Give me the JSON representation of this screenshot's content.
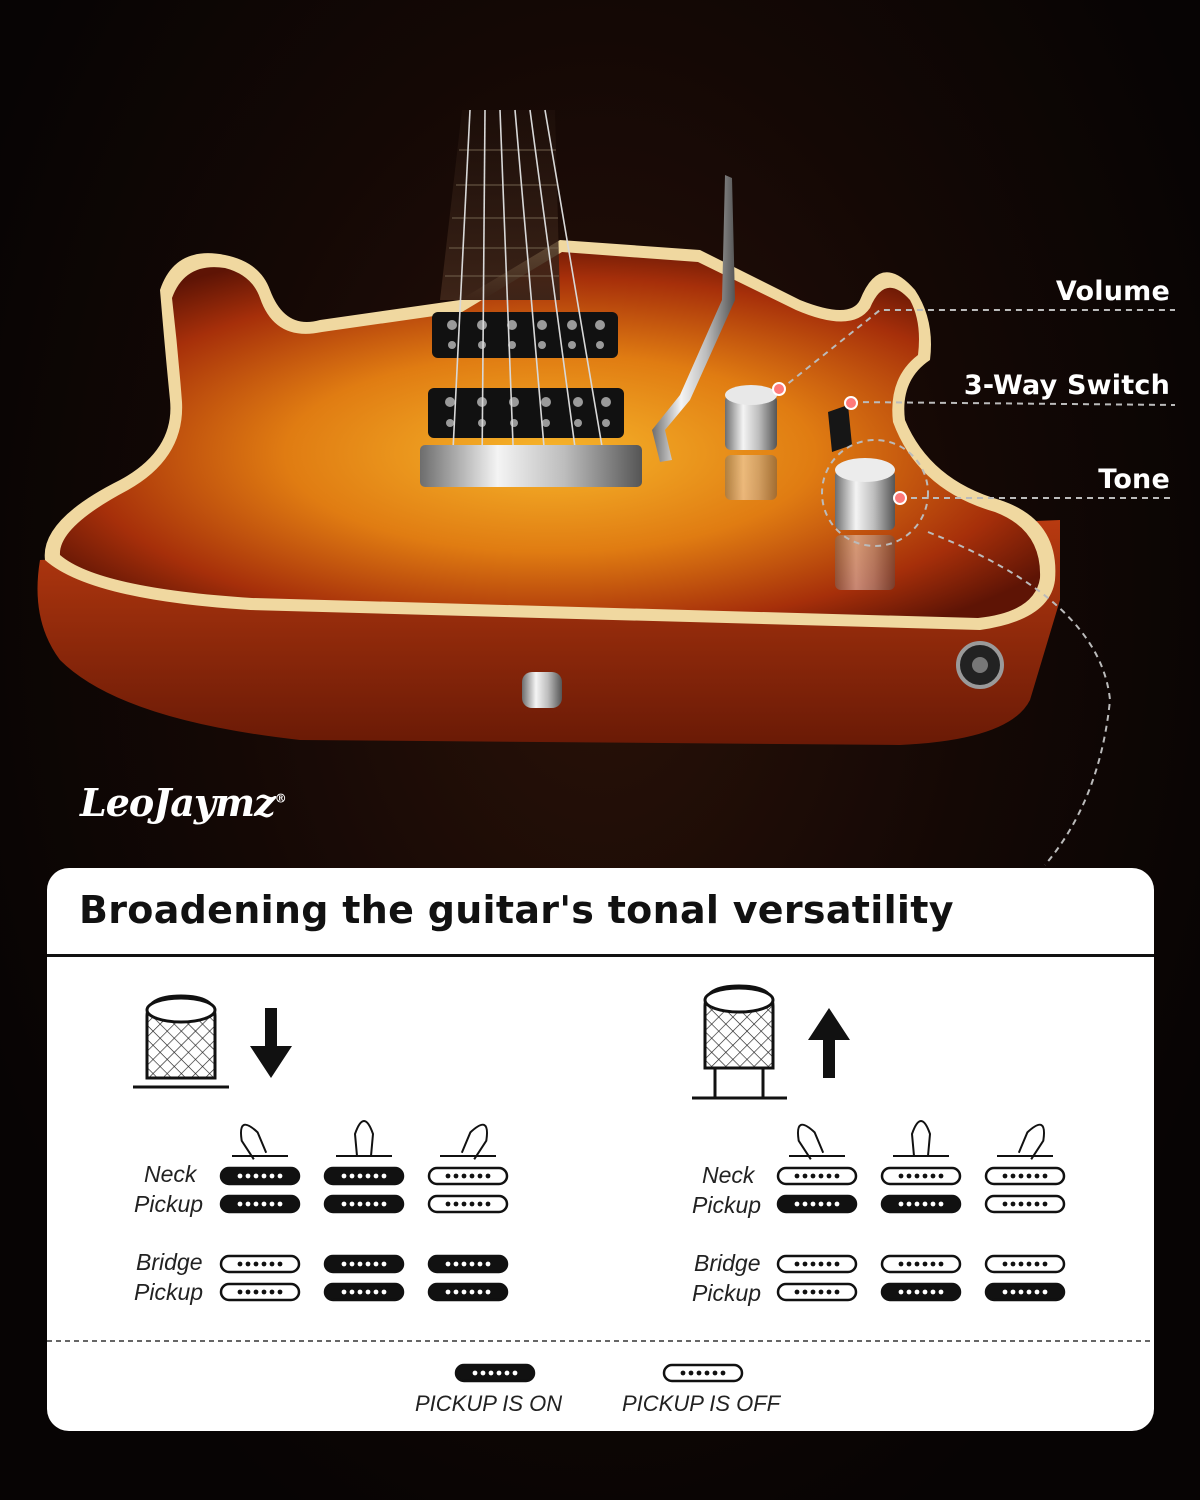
{
  "callouts": {
    "volume": "Volume",
    "switch": "3-Way Switch",
    "tone": "Tone"
  },
  "brand": {
    "name": "LeoJaymz",
    "mark": "®"
  },
  "panel": {
    "title": "Broadening the guitar's tonal versatility",
    "left_group": {
      "knob_state": "pushed-down",
      "arrow": "down-arrow-icon",
      "neck_label_1": "Neck",
      "neck_label_2": "Pickup",
      "bridge_label_1": "Bridge",
      "bridge_label_2": "Pickup",
      "positions": [
        {
          "switch": "left",
          "neck": [
            "on",
            "on"
          ],
          "bridge": [
            "off",
            "off"
          ]
        },
        {
          "switch": "middle",
          "neck": [
            "on",
            "on"
          ],
          "bridge": [
            "on",
            "on"
          ]
        },
        {
          "switch": "right",
          "neck": [
            "off",
            "off"
          ],
          "bridge": [
            "on",
            "on"
          ]
        }
      ]
    },
    "right_group": {
      "knob_state": "pulled-up",
      "arrow": "up-arrow-icon",
      "neck_label_1": "Neck",
      "neck_label_2": "Pickup",
      "bridge_label_1": "Bridge",
      "bridge_label_2": "Pickup",
      "positions": [
        {
          "switch": "left",
          "neck": [
            "off",
            "on"
          ],
          "bridge": [
            "off",
            "off"
          ]
        },
        {
          "switch": "middle",
          "neck": [
            "off",
            "on"
          ],
          "bridge": [
            "off",
            "on"
          ]
        },
        {
          "switch": "right",
          "neck": [
            "off",
            "off"
          ],
          "bridge": [
            "off",
            "on"
          ]
        }
      ]
    },
    "legend": {
      "on_label": "PICKUP IS ON",
      "off_label": "PICKUP IS OFF"
    }
  },
  "colors": {
    "panel_bg": "#ffffff",
    "ink": "#111111",
    "body_sunburst_center": "#f2a21a",
    "body_sunburst_edge": "#8a1e08"
  }
}
